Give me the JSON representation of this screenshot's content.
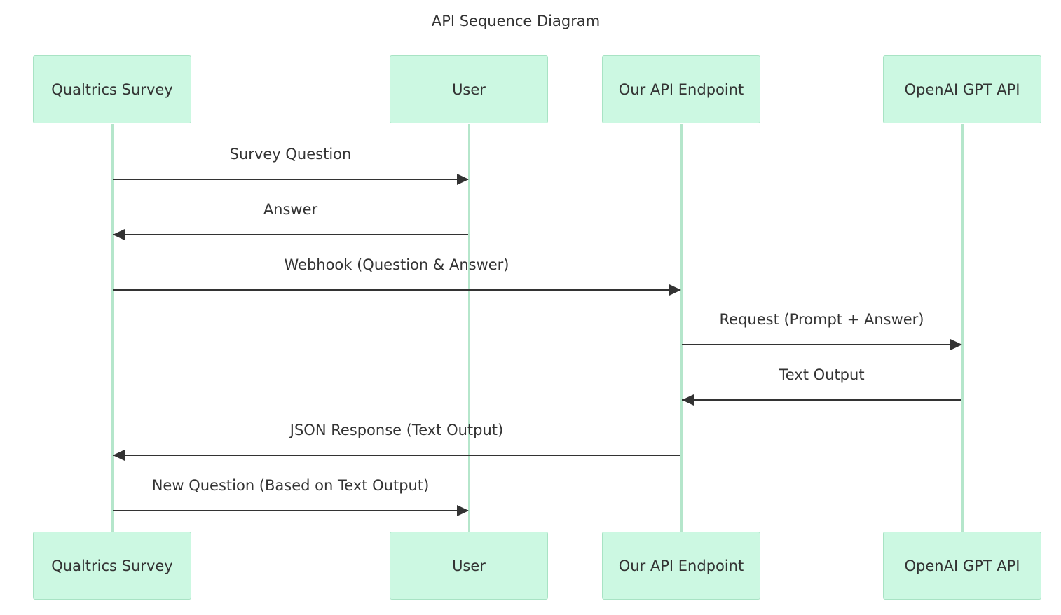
{
  "diagram": {
    "title": "API Sequence Diagram",
    "participants": [
      {
        "id": "qualtrics",
        "label": "Qualtrics Survey"
      },
      {
        "id": "user",
        "label": "User"
      },
      {
        "id": "endpoint",
        "label": "Our API Endpoint"
      },
      {
        "id": "openai",
        "label": "OpenAI GPT API"
      }
    ],
    "messages": [
      {
        "from": "qualtrics",
        "to": "user",
        "label": "Survey Question"
      },
      {
        "from": "user",
        "to": "qualtrics",
        "label": "Answer"
      },
      {
        "from": "qualtrics",
        "to": "endpoint",
        "label": "Webhook (Question & Answer)"
      },
      {
        "from": "endpoint",
        "to": "openai",
        "label": "Request (Prompt + Answer)"
      },
      {
        "from": "openai",
        "to": "endpoint",
        "label": "Text Output"
      },
      {
        "from": "endpoint",
        "to": "qualtrics",
        "label": "JSON Response (Text Output)"
      },
      {
        "from": "qualtrics",
        "to": "user",
        "label": "New Question (Based on Text Output)"
      }
    ],
    "colors": {
      "actor_fill": "#ccf8e2",
      "actor_border": "#a8e3c4",
      "lifeline": "#b5e6cb",
      "arrow": "#333333",
      "text": "#333333"
    }
  }
}
